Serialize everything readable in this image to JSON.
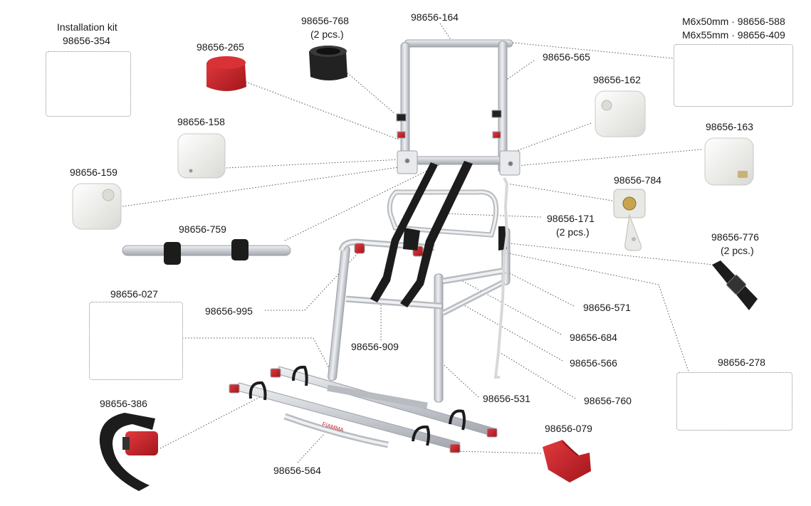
{
  "diagram": {
    "labels": {
      "installation_kit_title": "Installation kit",
      "p354": "98656-354",
      "p768": "98656-768",
      "p768_qty": "(2 pcs.)",
      "p164": "98656-164",
      "p265": "98656-265",
      "p565": "98656-565",
      "m6x50": "M6x50mm · 98656-588",
      "m6x55": "M6x55mm · 98656-409",
      "p162": "98656-162",
      "p158": "98656-158",
      "p163": "98656-163",
      "p159": "98656-159",
      "p784": "98656-784",
      "p171": "98656-171",
      "p171_qty": "(2 pcs.)",
      "p759": "98656-759",
      "p776": "98656-776",
      "p776_qty": "(2 pcs.)",
      "p027": "98656-027",
      "p995": "98656-995",
      "p571": "98656-571",
      "p909": "98656-909",
      "p684": "98656-684",
      "p566": "98656-566",
      "p278": "98656-278",
      "p531": "98656-531",
      "p760": "98656-760",
      "p386": "98656-386",
      "p079": "98656-079",
      "p564": "98656-564",
      "rack_brand": "FIAMMA"
    },
    "colors": {
      "frame": "#d6d8dc",
      "frame_edge": "#9da1a8",
      "accent_red": "#c0262c",
      "strap_black": "#1c1c1c",
      "cover_white": "#f4f4f0",
      "leader_line": "#555555"
    },
    "icons": [
      "gear-icon",
      "screw-icon",
      "chain-icon",
      "bolt-icon"
    ]
  }
}
